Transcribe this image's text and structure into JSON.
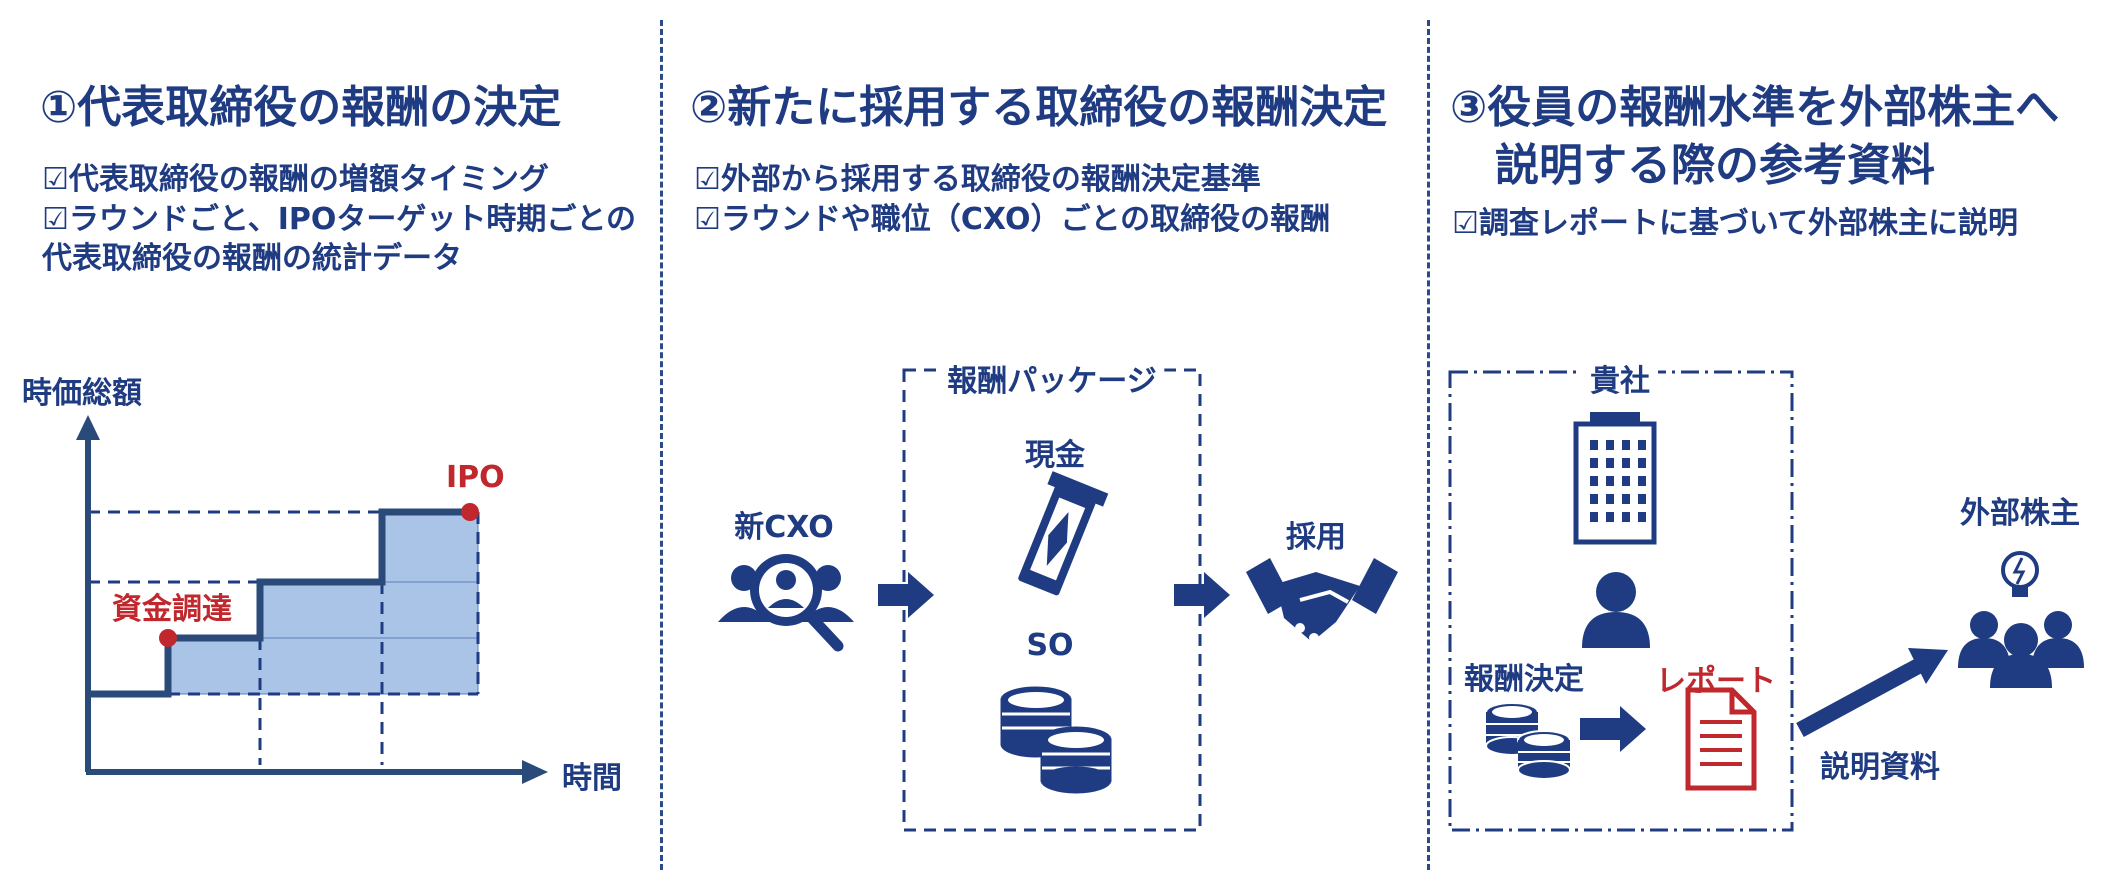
{
  "sections": [
    {
      "title": "①代表取締役の報酬の決定",
      "bullets": [
        "☑代表取締役の報酬の増額タイミング",
        "☑ラウンドごと、IPOターゲット時期ごとの",
        "代表取締役の報酬の統計データ"
      ]
    },
    {
      "title": "②新たに採用する取締役の報酬決定",
      "bullets": [
        "☑外部から採用する取締役の報酬決定基準",
        "☑ラウンドや職位（CXO）ごとの取締役の報酬"
      ]
    },
    {
      "title_line1": "③役員の報酬水準を外部株主へ",
      "title_line2": "説明する際の参考資料",
      "bullets": [
        "☑調査レポートに基づいて外部株主に説明"
      ]
    }
  ],
  "chart": {
    "y_axis_label": "時価総額",
    "x_axis_label": "時間",
    "funding_label": "資金調達",
    "ipo_label": "IPO"
  },
  "hiring": {
    "candidate_label": "新CXO",
    "package_label": "報酬パッケージ",
    "cash_label": "現金",
    "so_label": "SO",
    "hire_label": "採用"
  },
  "explain": {
    "company_label": "貴社",
    "decision_label": "報酬決定",
    "report_label": "レポート",
    "doc_label": "説明資料",
    "shareholders_label": "外部株主"
  },
  "colors": {
    "navy": "#1f3b82",
    "red": "#c0282d",
    "light_blue": "#a9c4e6"
  }
}
